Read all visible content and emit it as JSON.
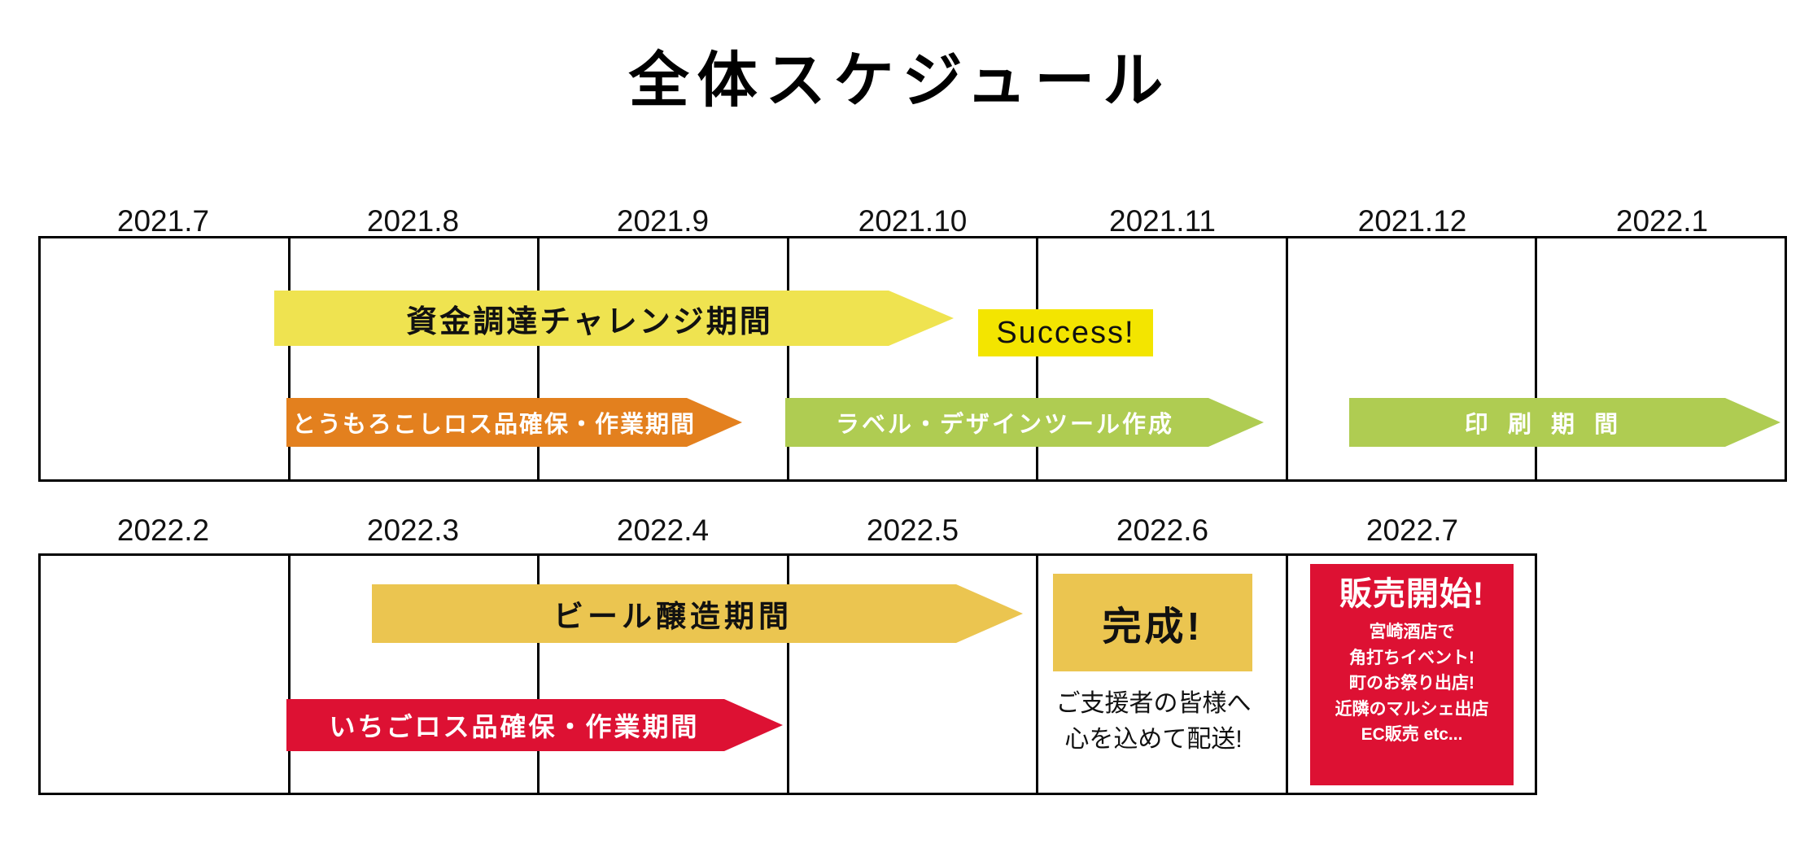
{
  "title": "全体スケジュール",
  "colors": {
    "pale_yellow": "#EFE350",
    "bright_yellow": "#F3E500",
    "orange": "#E3801E",
    "green": "#AFCC52",
    "gold": "#EBC550",
    "crimson": "#DD1133",
    "grid_line": "#000000",
    "text_dark": "#111111",
    "text_light": "#FFFFFF"
  },
  "timeline_rows": [
    {
      "id": "row-1",
      "months": [
        "2021.7",
        "2021.8",
        "2021.9",
        "2021.10",
        "2021.11",
        "2021.12",
        "2022.1"
      ],
      "bars": [
        {
          "id": "funding-challenge",
          "label": "資金調達チャレンジ期間",
          "shape": "arrow",
          "color": "#EFE350",
          "text_color": "#111111",
          "start_month": "2021.8",
          "end_month": "2021.10"
        },
        {
          "id": "success-badge",
          "label": "Success!",
          "shape": "box",
          "color": "#F3E500",
          "text_color": "#111111",
          "start_month": "2021.11",
          "end_month": "2021.11"
        },
        {
          "id": "corn-loss-procurement",
          "label": "とうもろこしロス品確保・作業期間",
          "shape": "arrow",
          "color": "#E3801E",
          "text_color": "#FFFFFF",
          "start_month": "2021.8",
          "end_month": "2021.9"
        },
        {
          "id": "label-design-tool",
          "label": "ラベル・デザインツール作成",
          "shape": "arrow",
          "color": "#AFCC52",
          "text_color": "#FFFFFF",
          "start_month": "2021.10",
          "end_month": "2021.11"
        },
        {
          "id": "printing-period",
          "label": "印 刷 期 間",
          "shape": "arrow",
          "color": "#AFCC52",
          "text_color": "#FFFFFF",
          "start_month": "2021.12",
          "end_month": "2022.1"
        }
      ]
    },
    {
      "id": "row-2",
      "months": [
        "2022.2",
        "2022.3",
        "2022.4",
        "2022.5",
        "2022.6",
        "2022.7"
      ],
      "bars": [
        {
          "id": "beer-brewing",
          "label": "ビール醸造期間",
          "shape": "arrow",
          "color": "#EBC550",
          "text_color": "#111111",
          "start_month": "2022.3",
          "end_month": "2022.5"
        },
        {
          "id": "strawberry-loss-procurement",
          "label": "いちごロス品確保・作業期間",
          "shape": "arrow",
          "color": "#DD1133",
          "text_color": "#FFFFFF",
          "start_month": "2022.3",
          "end_month": "2022.4"
        },
        {
          "id": "completion-badge",
          "label": "完成!",
          "shape": "box",
          "color": "#EBC550",
          "text_color": "#111111",
          "start_month": "2022.6",
          "end_month": "2022.6"
        }
      ],
      "notes": [
        {
          "id": "shipping-note",
          "lines": [
            "ご支援者の皆様へ",
            "心を込めて配送!"
          ],
          "month": "2022.6"
        }
      ],
      "panels": [
        {
          "id": "sales-start-panel",
          "title": "販売開始!",
          "lines": [
            "宮崎酒店で",
            "角打ちイベント!",
            "町のお祭り出店!",
            "近隣のマルシェ出店",
            "EC販売 etc..."
          ],
          "month": "2022.7",
          "color": "#DD1133",
          "text_color": "#FFFFFF"
        }
      ]
    }
  ]
}
